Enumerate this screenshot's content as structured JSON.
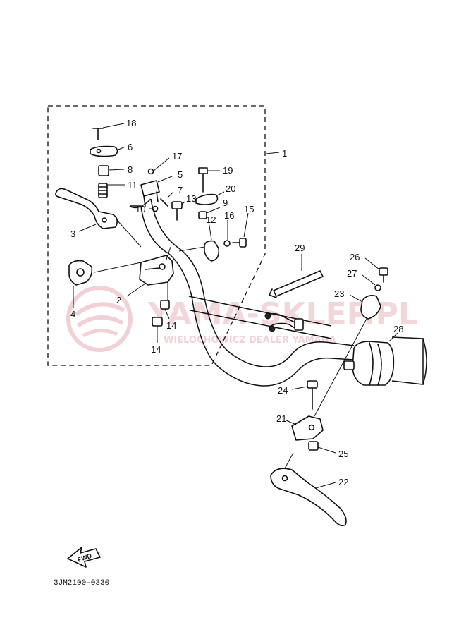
{
  "diagram": {
    "part_labels": {
      "p1": "1",
      "p2": "2",
      "p3": "3",
      "p4": "4",
      "p5": "5",
      "p6": "6",
      "p7": "7",
      "p8": "8",
      "p9": "9",
      "p10": "10",
      "p11": "11",
      "p12": "12",
      "p13": "13",
      "p14a": "14",
      "p14b": "14",
      "p15": "15",
      "p16": "16",
      "p17": "17",
      "p18": "18",
      "p19": "19",
      "p20": "20",
      "p21": "21",
      "p22": "22",
      "p23": "23",
      "p24": "24",
      "p25": "25",
      "p26": "26",
      "p27": "27",
      "p28": "28",
      "p29": "29"
    },
    "fwd_label": "FWD",
    "drawing_code": "3JM2100-0330"
  },
  "watermark": {
    "brand": "YAMA-SKLEP.PL",
    "subtitle": "WIELOCHOWICZ DEALER YAMAHA"
  },
  "colors": {
    "line": "#111111",
    "watermark": "#e9b7bd"
  }
}
